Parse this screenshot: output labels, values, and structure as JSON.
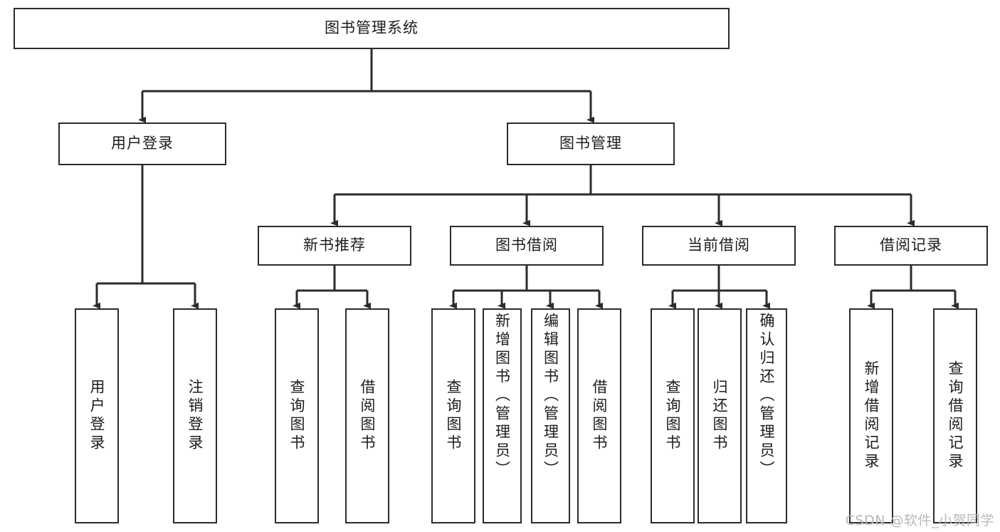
{
  "diagram": {
    "title": "图书管理系统",
    "root": {
      "id": "root",
      "label": "图书管理系统"
    },
    "level1": [
      {
        "id": "user-login",
        "label": "用户登录"
      },
      {
        "id": "book-management",
        "label": "图书管理"
      }
    ],
    "level2": [
      {
        "id": "new-book-recommend",
        "label": "新书推荐",
        "parent": "book-management"
      },
      {
        "id": "book-borrow",
        "label": "图书借阅",
        "parent": "book-management"
      },
      {
        "id": "current-borrow",
        "label": "当前借阅",
        "parent": "book-management"
      },
      {
        "id": "borrow-record",
        "label": "借阅记录",
        "parent": "book-management"
      }
    ],
    "leaves": {
      "user-login": [
        {
          "id": "leaf-user-login",
          "label": "用户登录"
        },
        {
          "id": "leaf-logout",
          "label": "注销登录"
        }
      ],
      "new-book-recommend": [
        {
          "id": "leaf-query-book-1",
          "label": "查询图书"
        },
        {
          "id": "leaf-borrow-book-1",
          "label": "借阅图书"
        }
      ],
      "book-borrow": [
        {
          "id": "leaf-query-book-2",
          "label": "查询图书"
        },
        {
          "id": "leaf-add-book",
          "label": "新增图书（管理员）"
        },
        {
          "id": "leaf-edit-book",
          "label": "编辑图书（管理员）"
        },
        {
          "id": "leaf-borrow-book-2",
          "label": "借阅图书"
        }
      ],
      "current-borrow": [
        {
          "id": "leaf-query-book-3",
          "label": "查询图书"
        },
        {
          "id": "leaf-return-book",
          "label": "归还图书"
        },
        {
          "id": "leaf-confirm-return",
          "label": "确认归还（管理员）"
        }
      ],
      "borrow-record": [
        {
          "id": "leaf-add-record",
          "label": "新增借阅记录"
        },
        {
          "id": "leaf-query-record",
          "label": "查询借阅记录"
        }
      ]
    },
    "colors": {
      "stroke": "#2b2b2b",
      "fill": "#ffffff",
      "text": "#1c1c1c",
      "watermark": "#b9b9b9"
    }
  },
  "watermark": {
    "text": "CSDN @软件_小贺同学"
  }
}
